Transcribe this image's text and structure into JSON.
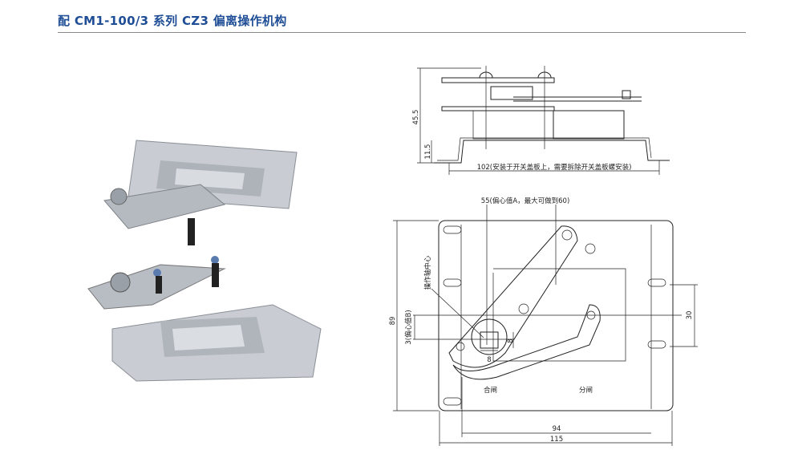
{
  "header": {
    "title": "配 CM1-100/3 系列 CZ3 偏离操作机构"
  },
  "side_view": {
    "dim_height": "45.5",
    "dim_base": "11.5",
    "dim_width": "102(安装于开关盖板上，需要拆除开关盖板螺安装)"
  },
  "front_view": {
    "dim_eccentric_a": "55(偏心值A，最大可做到60)",
    "label_shaft_center": "操作轴中心",
    "dim_eccentric_b": "3(偏心值B)",
    "dim_height": "89",
    "dim_hole_spacing": "30",
    "dim_square_h": "8",
    "dim_square_w": "8",
    "label_close": "合闸",
    "label_open": "分闸",
    "dim_inner_width": "94",
    "dim_outer_width": "115"
  }
}
